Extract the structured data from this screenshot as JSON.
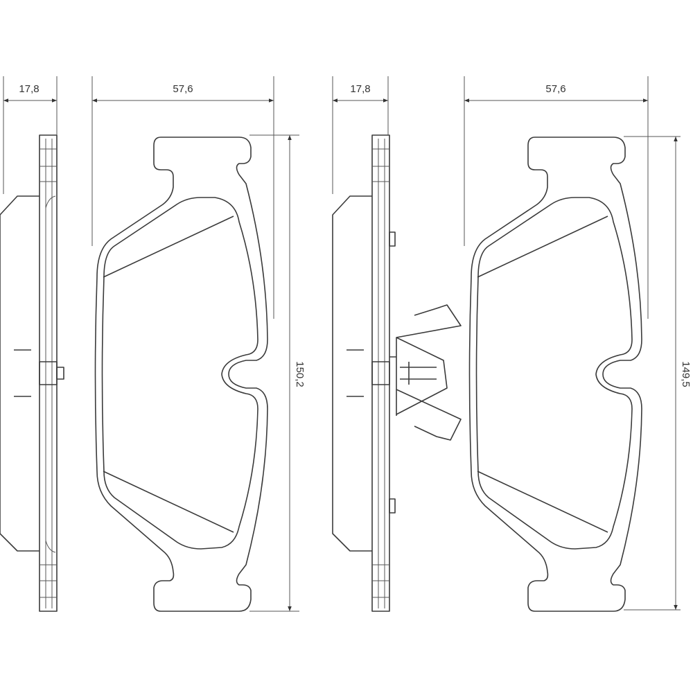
{
  "drawing": {
    "left_side_view": {
      "thickness_label": "17,8"
    },
    "left_front_view": {
      "width_label": "57,6",
      "height_label": "150,2"
    },
    "right_side_view": {
      "thickness_label": "17,8"
    },
    "right_front_view": {
      "width_label": "57,6",
      "height_label": "149,5"
    }
  },
  "colors": {
    "line": "#3a3a3a",
    "background": "#ffffff"
  }
}
